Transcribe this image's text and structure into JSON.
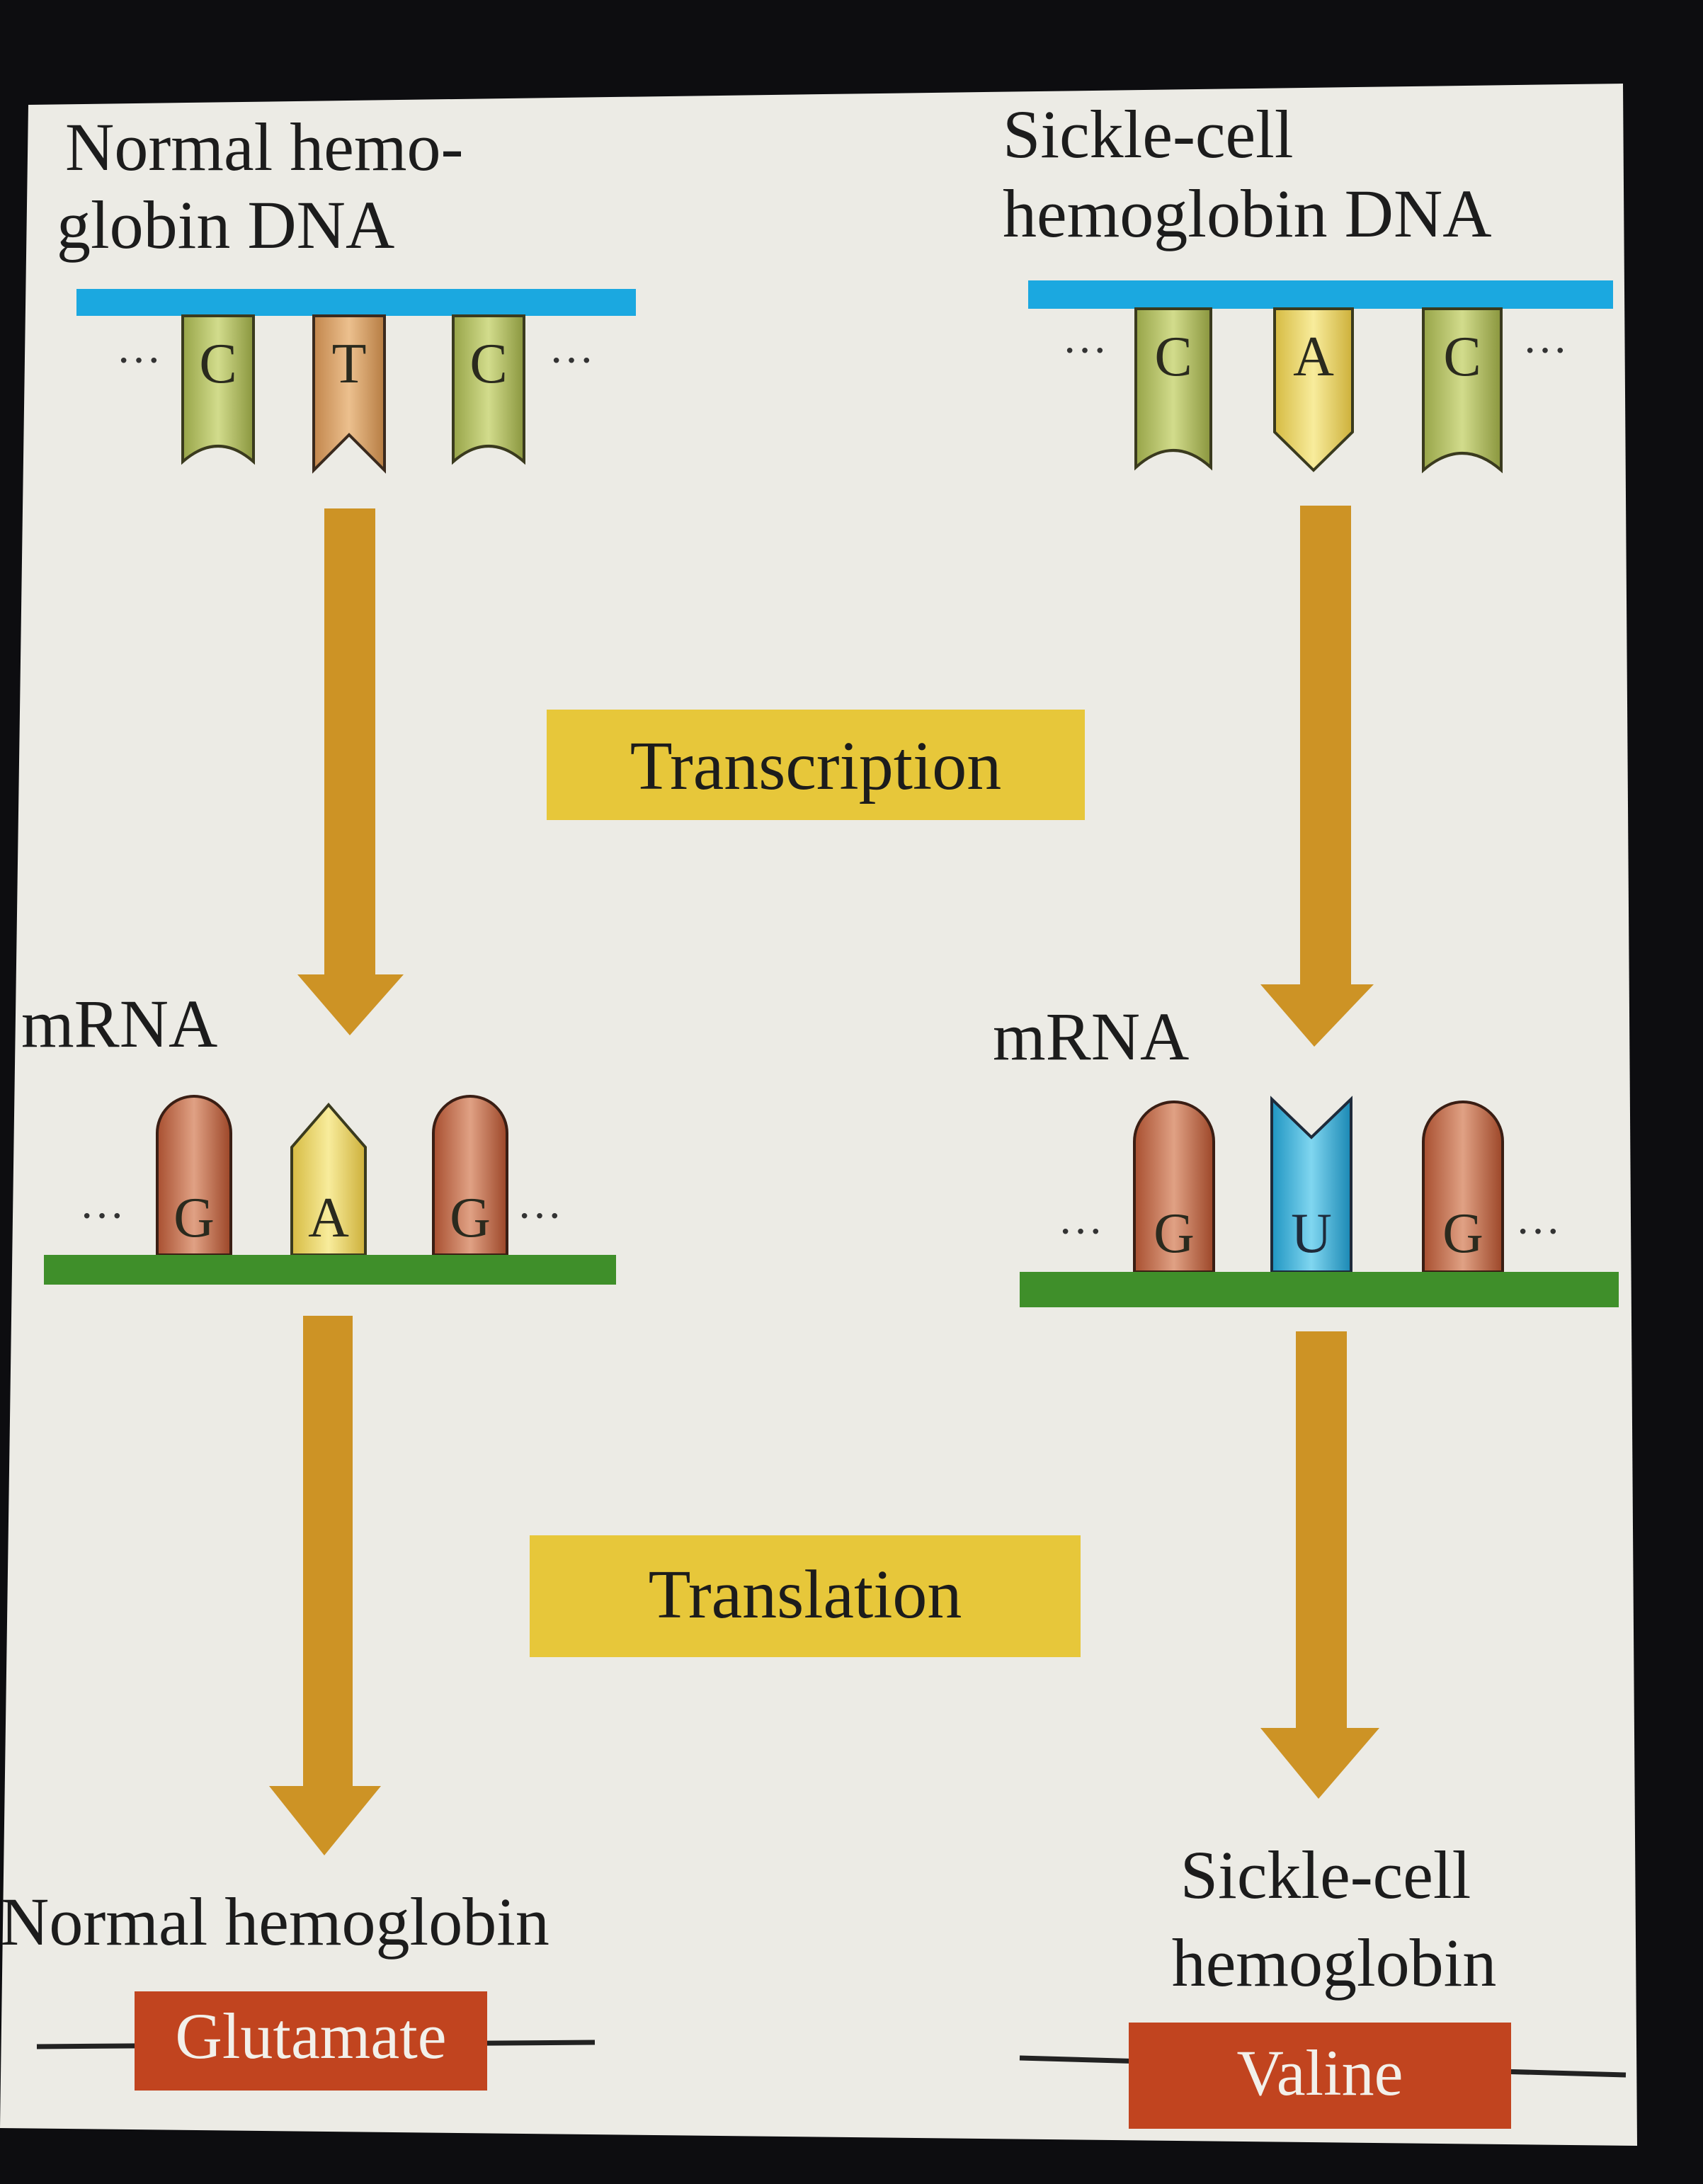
{
  "left": {
    "dna_title_line1": "Normal hemo-",
    "dna_title_line2": "globin DNA",
    "dna_bases": [
      "C",
      "T",
      "C"
    ],
    "mrna_label": "mRNA",
    "mrna_bases": [
      "G",
      "A",
      "G"
    ],
    "protein_label_line1": "Normal hemoglobin",
    "amino_acid": "Glutamate"
  },
  "right": {
    "dna_title_line1": "Sickle-cell",
    "dna_title_line2": "hemoglobin DNA",
    "dna_bases": [
      "C",
      "A",
      "C"
    ],
    "mrna_label": "mRNA",
    "mrna_bases": [
      "G",
      "U",
      "G"
    ],
    "protein_label_line1": "Sickle-cell",
    "protein_label_line2": "hemoglobin",
    "amino_acid": "Valine"
  },
  "steps": {
    "transcription": "Transcription",
    "translation": "Translation"
  },
  "ellipsis": "···",
  "colors": {
    "page_background": "#0d0d10",
    "panel": "#ecebe5",
    "dna_strand": "#1ba8e0",
    "mrna_strand": "#3f8f2a",
    "arrow": "#cd9325",
    "step_box": "#e7c73a",
    "amino_box": "#c1441f",
    "base_C": "#b8c56a",
    "base_T": "#d9a46c",
    "base_A": "#ecd769",
    "base_G": "#c86d4d",
    "base_U": "#3ab2d8"
  }
}
